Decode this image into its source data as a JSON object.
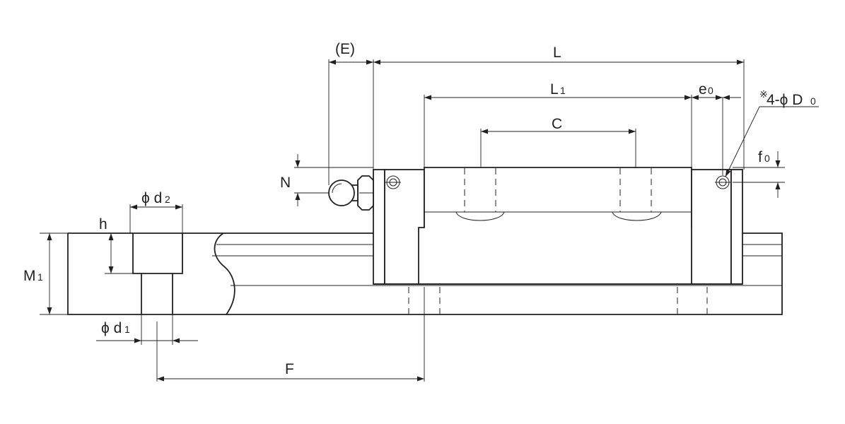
{
  "labels": {
    "L": "L",
    "E": "(E)",
    "L1_main": "L",
    "L1_sub": "1",
    "e0_main": "e",
    "e0_sub": "0",
    "D0_prefix": "※",
    "D0_main": "4-ϕ D",
    "D0_sub": "0",
    "C": "C",
    "f0_main": "f",
    "f0_sub": "0",
    "N": "N",
    "d2_main": "ϕ d",
    "d2_sub": "2",
    "h": "h",
    "M1_main": "M",
    "M1_sub": "1",
    "d1_main": "ϕ d",
    "d1_sub": "1",
    "F": "F"
  },
  "colors": {
    "line": "#231f20",
    "background": "#ffffff"
  }
}
